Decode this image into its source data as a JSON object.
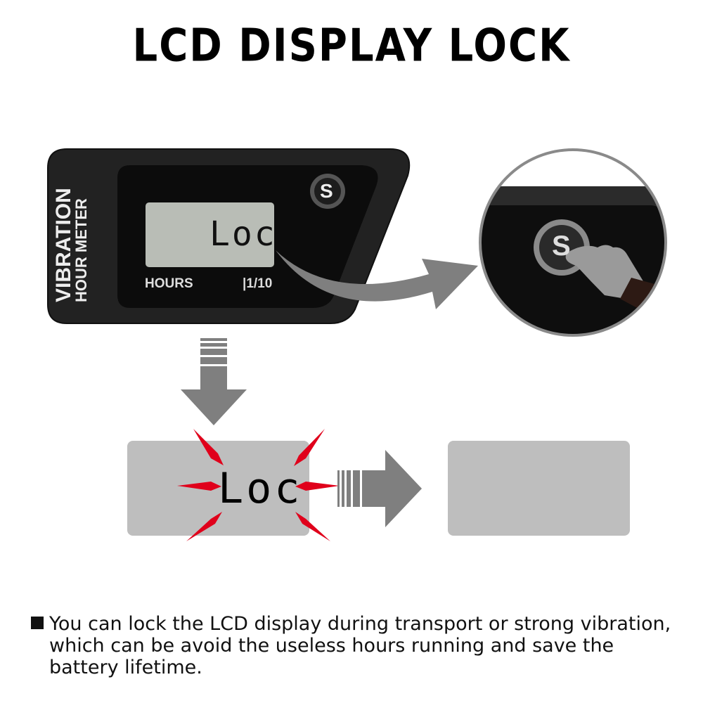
{
  "title": "LCD DISPLAY LOCK",
  "device": {
    "brand_line1": "VIBRATION",
    "brand_line2": "HOUR METER",
    "lcd_text": "Loc",
    "label_hours": "HOURS",
    "label_unit": "|1/10",
    "button_label": "S"
  },
  "zoom_circle": {
    "button_label": "S"
  },
  "steps": {
    "blinking_lcd_text": "Loc",
    "blank_lcd_text": ""
  },
  "colors": {
    "device_body": "#1a1a1a",
    "lcd_bg": "#b9bdb6",
    "arrow_gray": "#7f7f7f",
    "panel_gray": "#bebebe",
    "burst_red": "#e0001b"
  },
  "description": {
    "line1": "You can lock the LCD display during transport or strong vibration,",
    "line2": "which can be avoid the useless hours running and save the",
    "line3": "battery lifetime."
  }
}
